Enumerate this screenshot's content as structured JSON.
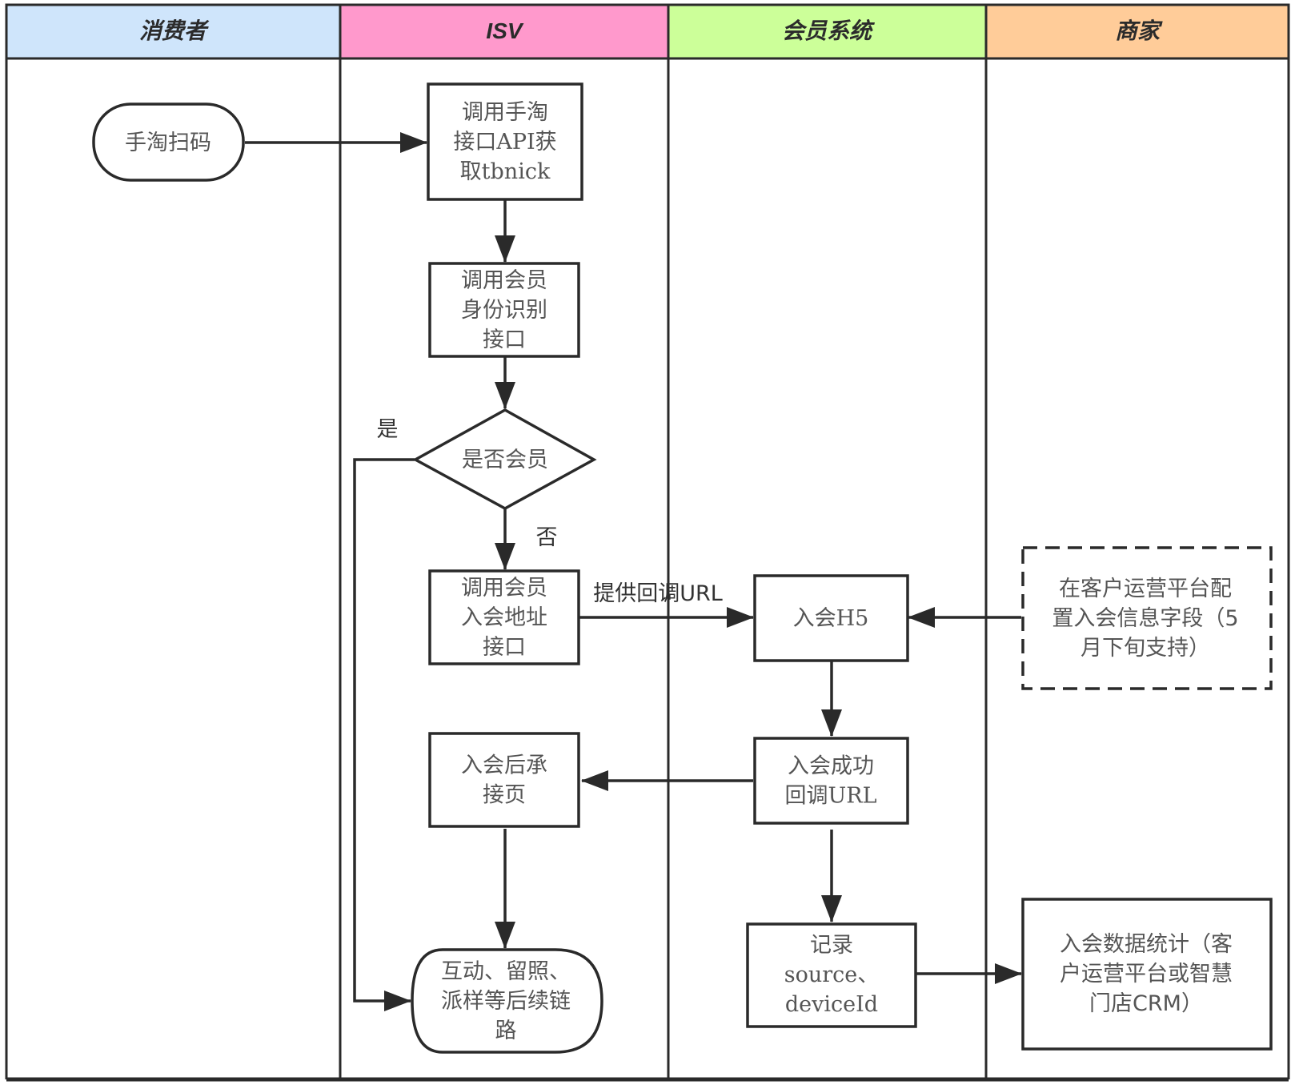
{
  "lanes": [
    {
      "title": "消费者",
      "color": "#cfe5fb"
    },
    {
      "title": "ISV",
      "color": "#ff99cc"
    },
    {
      "title": "会员系统",
      "color": "#ccff99"
    },
    {
      "title": "商家",
      "color": "#ffcc99"
    }
  ],
  "nodes": {
    "scan": {
      "lines": [
        "手淘扫码"
      ]
    },
    "get_tbnick": {
      "lines": [
        "调用手淘",
        "接口API获",
        "取tbnick"
      ]
    },
    "identify": {
      "lines": [
        "调用会员",
        "身份识别",
        "接口"
      ]
    },
    "is_member": {
      "lines": [
        "是否会员"
      ]
    },
    "join_address": {
      "lines": [
        "调用会员",
        "入会地址",
        "接口"
      ]
    },
    "join_h5": {
      "lines": [
        "入会H5"
      ]
    },
    "configure": {
      "lines": [
        "在客户运营平台配",
        "置入会信息字段（5",
        "月下旬支持）"
      ]
    },
    "join_success": {
      "lines": [
        "入会成功",
        "回调URL"
      ]
    },
    "landing": {
      "lines": [
        "入会后承",
        "接页"
      ]
    },
    "followup": {
      "lines": [
        "互动、留照、",
        "派样等后续链",
        "路"
      ]
    },
    "record": {
      "lines": [
        "记录",
        "source、",
        "deviceId"
      ]
    },
    "stats": {
      "lines": [
        "入会数据统计（客",
        "户运营平台或智慧",
        "门店CRM）"
      ]
    }
  },
  "edge_labels": {
    "yes": "是",
    "no": "否",
    "provide_callback": "提供回调URL"
  },
  "colors": {
    "stroke": "#2a2a2a",
    "text": "#555555"
  }
}
